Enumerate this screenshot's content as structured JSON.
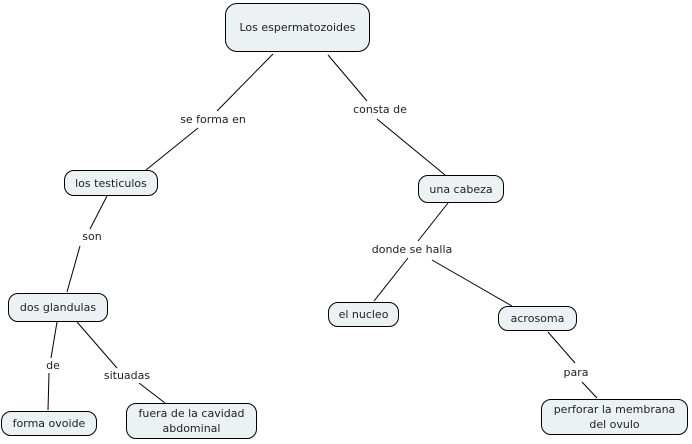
{
  "diagram": {
    "type": "concept-map",
    "colors": {
      "background": "#ffffff",
      "node_fill": "#ecf2f4",
      "node_border": "#000000",
      "line": "#000000",
      "text": "#1e1e1e"
    },
    "nodes": {
      "root": "Los espermatozoides",
      "testiculos": "los testiculos",
      "cabeza": "una cabeza",
      "glandulas": "dos glandulas",
      "nucleo": "el nucleo",
      "acrosoma": "acrosoma",
      "ovoide": "forma ovoide",
      "cavidad": "fuera de la cavidad abdominal",
      "perforar": "perforar la membrana del ovulo"
    },
    "links": {
      "se_forma_en": "se forma en",
      "consta_de": "consta de",
      "son": "son",
      "de": "de",
      "situadas": "situadas",
      "donde_se_halla": "donde se halla",
      "para": "para"
    },
    "edges": [
      {
        "from": "Los espermatozoides",
        "label": "se forma en",
        "to": "los testiculos"
      },
      {
        "from": "Los espermatozoides",
        "label": "consta de",
        "to": "una cabeza"
      },
      {
        "from": "los testiculos",
        "label": "son",
        "to": "dos glandulas"
      },
      {
        "from": "dos glandulas",
        "label": "de",
        "to": "forma ovoide"
      },
      {
        "from": "dos glandulas",
        "label": "situadas",
        "to": "fuera de la cavidad abdominal"
      },
      {
        "from": "una cabeza",
        "label": "donde se halla",
        "to": "el nucleo"
      },
      {
        "from": "una cabeza",
        "label": "donde se halla",
        "to": "acrosoma"
      },
      {
        "from": "acrosoma",
        "label": "para",
        "to": "perforar la membrana del ovulo"
      }
    ]
  }
}
